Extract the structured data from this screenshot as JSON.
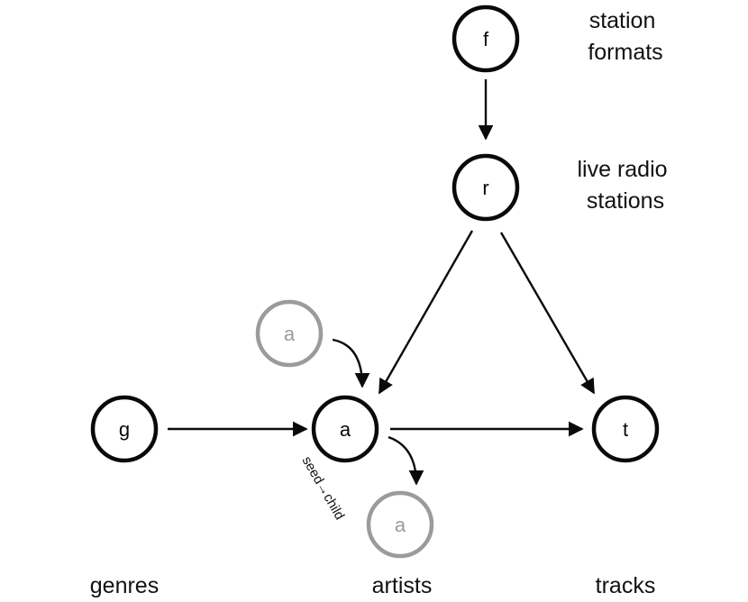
{
  "colors": {
    "main": "#0a0a0a",
    "faded": "#9b9b9b"
  },
  "nodes": {
    "formats": {
      "letter": "f"
    },
    "stations": {
      "letter": "r"
    },
    "genres": {
      "letter": "g"
    },
    "artist": {
      "letter": "a"
    },
    "artist_parent": {
      "letter": "a"
    },
    "artist_child": {
      "letter": "a"
    },
    "tracks": {
      "letter": "t"
    }
  },
  "labels": {
    "station_formats": [
      "station",
      "formats"
    ],
    "live_radio_stations": [
      "live radio",
      "stations"
    ],
    "genres": "genres",
    "artists": "artists",
    "tracks": "tracks"
  },
  "edge_note": "seed→child"
}
